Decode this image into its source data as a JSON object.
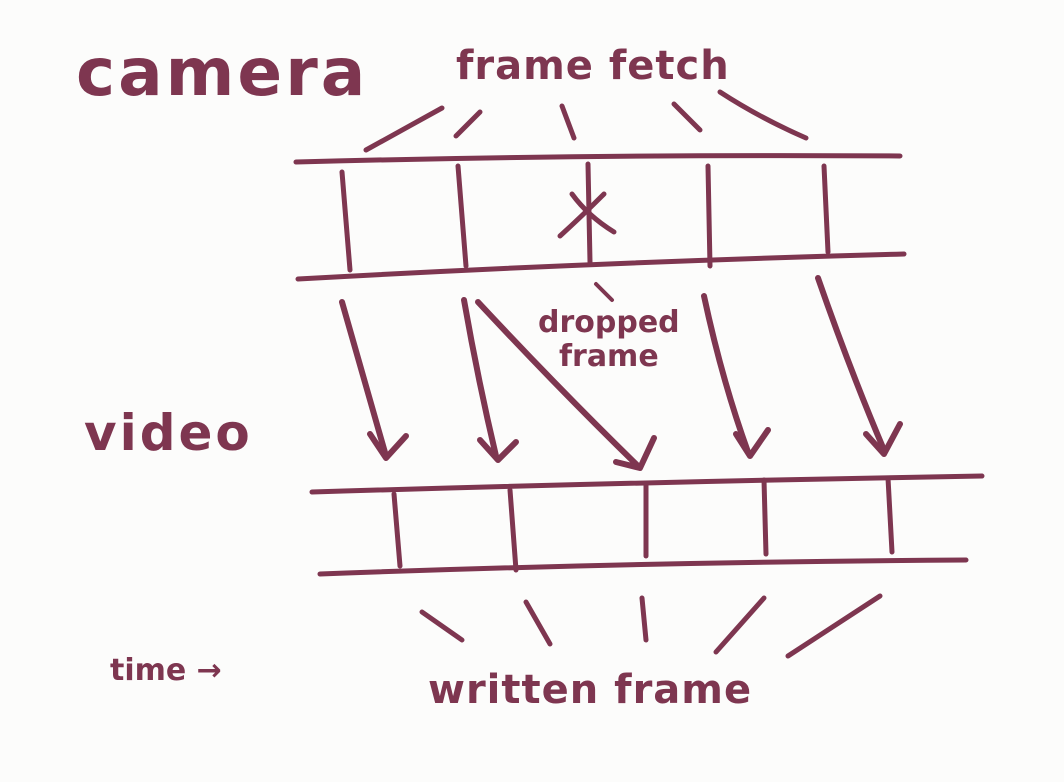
{
  "labels": {
    "camera": "camera",
    "frame_fetch": "frame fetch",
    "video": "video",
    "dropped_line1": "dropped",
    "dropped_line2": "frame",
    "time": "time →",
    "written_frame": "written frame"
  },
  "colors": {
    "ink": "#7e3650",
    "board": "#fcfcfb"
  }
}
